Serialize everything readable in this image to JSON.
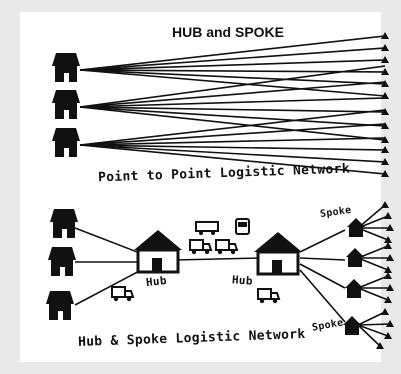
{
  "title": "HUB and SPOKE",
  "captions": {
    "point_to_point": "Point to Point Logistic Network",
    "hub_and_spoke": "Hub & Spoke Logistic Network"
  },
  "labels": {
    "hub_left": "Hub",
    "hub_right": "Hub",
    "spoke_top": "Spoke",
    "spoke_bottom": "Spoke"
  }
}
